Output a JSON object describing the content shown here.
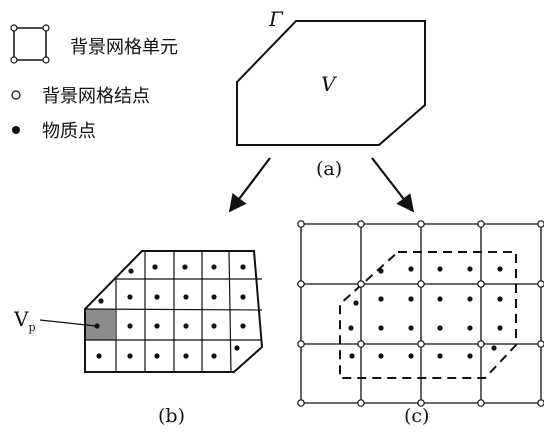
{
  "legend": {
    "items": [
      {
        "icon": "grid-cell-icon",
        "label": "背景网格单元"
      },
      {
        "icon": "grid-node-icon",
        "label": "背景网格结点"
      },
      {
        "icon": "material-point-icon",
        "label": "物质点"
      }
    ]
  },
  "panels": {
    "a": {
      "label": "(a)",
      "boundary_label": "Γ",
      "domain_label": "V"
    },
    "b": {
      "label": "(b)",
      "particle_volume_label": "V",
      "particle_volume_subscript": "p"
    },
    "c": {
      "label": "(c)"
    }
  },
  "colors": {
    "line": "#111111",
    "node_fill": "#ffffff",
    "highlighted_cell": "#8c8c8c"
  }
}
